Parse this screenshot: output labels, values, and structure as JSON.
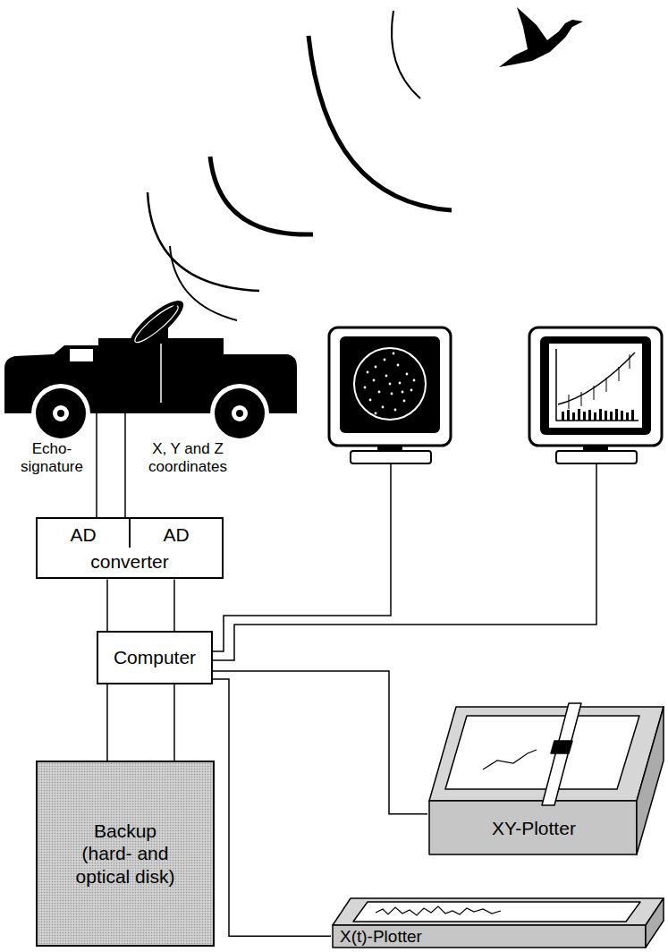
{
  "diagram": {
    "nodes": [
      {
        "text": [
          "AD",
          "AD",
          "converter"
        ]
      },
      {
        "text": [
          "Computer"
        ]
      },
      {
        "text": [
          "XY-Plotter"
        ]
      },
      {
        "text": [
          "Backup (hard- and optical disk)"
        ]
      },
      {
        "text": [
          "X(t)-Plotter"
        ]
      }
    ],
    "edges": [
      {
        "from": 0,
        "to": 1,
        "arrow": "none"
      },
      {
        "from": 0,
        "to": 1,
        "arrow": "none"
      },
      {
        "from": 1,
        "to": 2,
        "arrow": "none"
      },
      {
        "from": 1,
        "to": 3,
        "arrow": "none"
      },
      {
        "from": 1,
        "to": 3,
        "arrow": "none"
      },
      {
        "from": 1,
        "to": 4,
        "arrow": "none"
      }
    ],
    "labels": [
      "Echo-signature",
      "X, Y and Z coordinates"
    ]
  }
}
